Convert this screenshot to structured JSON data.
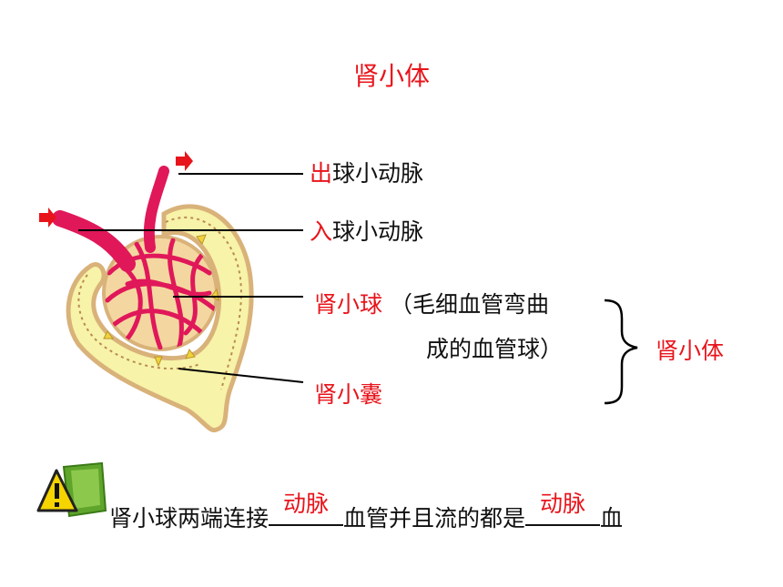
{
  "title": "肾小体",
  "labels": {
    "efferent_prefix": "出",
    "efferent_rest": "球小动脉",
    "afferent_prefix": "入",
    "afferent_rest": "球小动脉",
    "glomerulus": "肾小球",
    "glomerulus_note_1": "（毛细血管弯曲",
    "glomerulus_note_2": "成的血管球）",
    "capsule": "肾小囊",
    "group": "肾小体"
  },
  "question": {
    "part1": "肾小球两端连接",
    "answer1": "动脉",
    "part2": "血管并且流的都是",
    "answer2": "动脉",
    "part3": "血"
  },
  "colors": {
    "accent": "#e8141b",
    "vessel": "#e0185a",
    "capsule": "#f7f3a8",
    "capsule_wall": "#d9b27a"
  },
  "icons": {
    "warning": "warning-icon"
  }
}
